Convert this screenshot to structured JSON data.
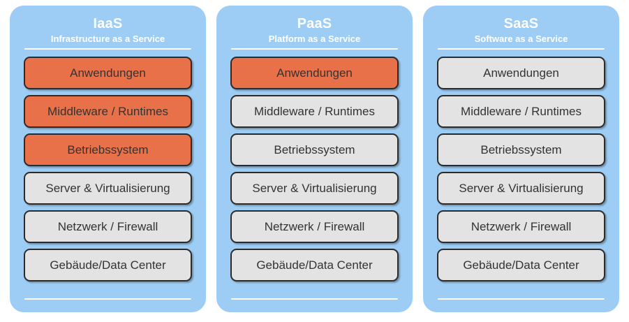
{
  "diagram": {
    "colors": {
      "panel_background": "#9DCDF5",
      "highlight_layer": "#E8714A",
      "normal_layer": "#E3E3E3",
      "border": "#2B2B2B",
      "header_text": "#FFFFFF",
      "layer_text": "#333333",
      "page_background": "#FFFFFF"
    },
    "panels": [
      {
        "title": "IaaS",
        "subtitle": "Infrastructure as a Service",
        "layers": [
          {
            "label": "Anwendungen",
            "highlighted": true
          },
          {
            "label": "Middleware / Runtimes",
            "highlighted": true
          },
          {
            "label": "Betriebssystem",
            "highlighted": true
          },
          {
            "label": "Server & Virtualisierung",
            "highlighted": false
          },
          {
            "label": "Netzwerk / Firewall",
            "highlighted": false
          },
          {
            "label": "Gebäude/Data Center",
            "highlighted": false
          }
        ]
      },
      {
        "title": "PaaS",
        "subtitle": "Platform as a Service",
        "layers": [
          {
            "label": "Anwendungen",
            "highlighted": true
          },
          {
            "label": "Middleware / Runtimes",
            "highlighted": false
          },
          {
            "label": "Betriebssystem",
            "highlighted": false
          },
          {
            "label": "Server & Virtualisierung",
            "highlighted": false
          },
          {
            "label": "Netzwerk / Firewall",
            "highlighted": false
          },
          {
            "label": "Gebäude/Data Center",
            "highlighted": false
          }
        ]
      },
      {
        "title": "SaaS",
        "subtitle": "Software as a Service",
        "layers": [
          {
            "label": "Anwendungen",
            "highlighted": false
          },
          {
            "label": "Middleware / Runtimes",
            "highlighted": false
          },
          {
            "label": "Betriebssystem",
            "highlighted": false
          },
          {
            "label": "Server & Virtualisierung",
            "highlighted": false
          },
          {
            "label": "Netzwerk / Firewall",
            "highlighted": false
          },
          {
            "label": "Gebäude/Data Center",
            "highlighted": false
          }
        ]
      }
    ]
  }
}
